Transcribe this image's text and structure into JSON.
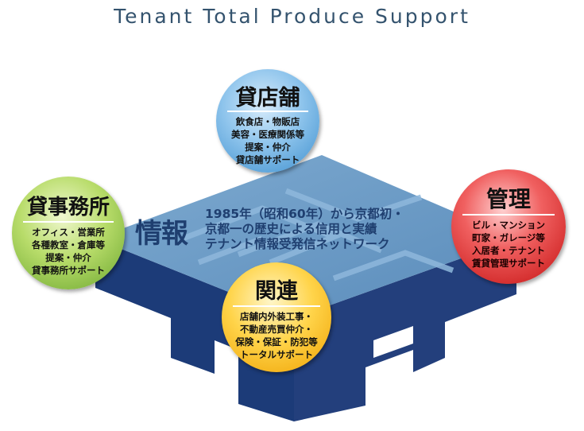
{
  "title": "Tenant Total Produce Support",
  "center": {
    "label": "情報",
    "lines": [
      "1985年（昭和60年）から京都初・",
      "京都一の歴史による信用と実績",
      "テナント情報受発信ネットワーク"
    ]
  },
  "circles": {
    "shop": {
      "heading": "貸店舗",
      "lines": [
        "飲食店・物販店",
        "美容・医療関係等",
        "提案・仲介",
        "貸店舗サポート"
      ]
    },
    "office": {
      "heading": "貸事務所",
      "lines": [
        "オフィス・営業所",
        "各種教室・倉庫等",
        "提案・仲介",
        "貸事務所サポート"
      ]
    },
    "management": {
      "heading": "管理",
      "lines": [
        "ビル・マンション",
        "町家・ガレージ等",
        "入居者・テナント",
        "賃貸管理サポート"
      ]
    },
    "related": {
      "heading": "関連",
      "lines": [
        "店舗内外装工事・",
        "不動産売買仲介・",
        "保険・保証・防犯等",
        "トータルサポート"
      ]
    }
  },
  "colors": {
    "shop": "#3d8fce",
    "office": "#6aa62e",
    "management": "#d42020",
    "related": "#f0a800",
    "platform_top": "#6f9ec6",
    "platform_side": "#1c3b78"
  }
}
